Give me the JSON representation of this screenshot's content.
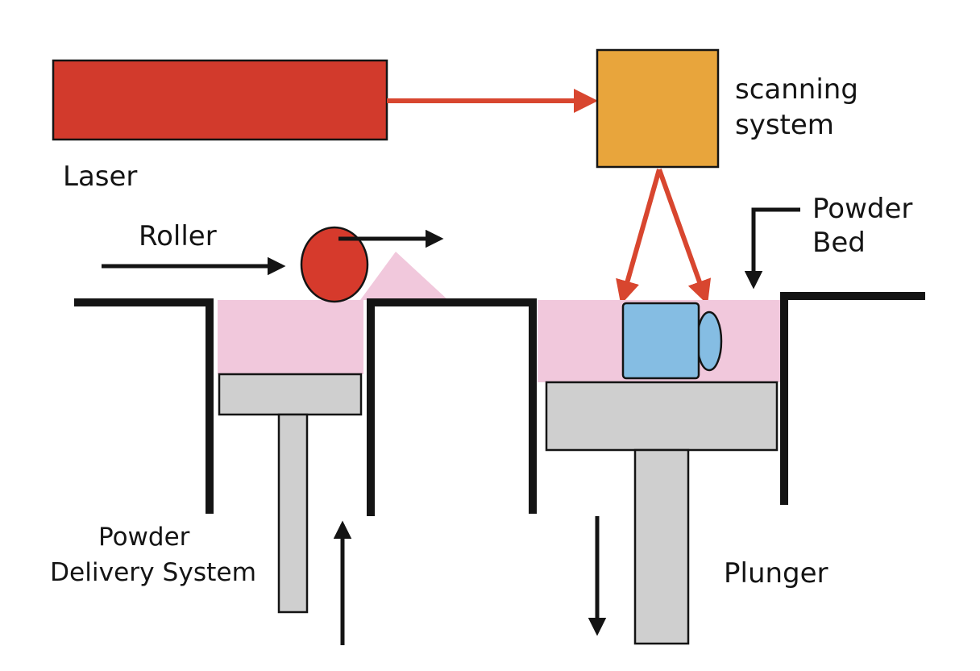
{
  "labels": {
    "laser": "Laser",
    "scanning_system_line1": "scanning",
    "scanning_system_line2": "system",
    "roller": "Roller",
    "powder_bed_line1": "Powder",
    "powder_bed_line2": "Bed",
    "powder_delivery_line1": "Powder",
    "powder_delivery_line2": "Delivery System",
    "plunger": "Plunger"
  },
  "colors": {
    "laser": "#d23a2c",
    "beam": "#d8462f",
    "scanner": "#e8a53c",
    "roller": "#d63a2c",
    "powder": "#f1c8dc",
    "part": "#85bde3",
    "piston": "#cfcfcf",
    "outline": "#141414"
  }
}
